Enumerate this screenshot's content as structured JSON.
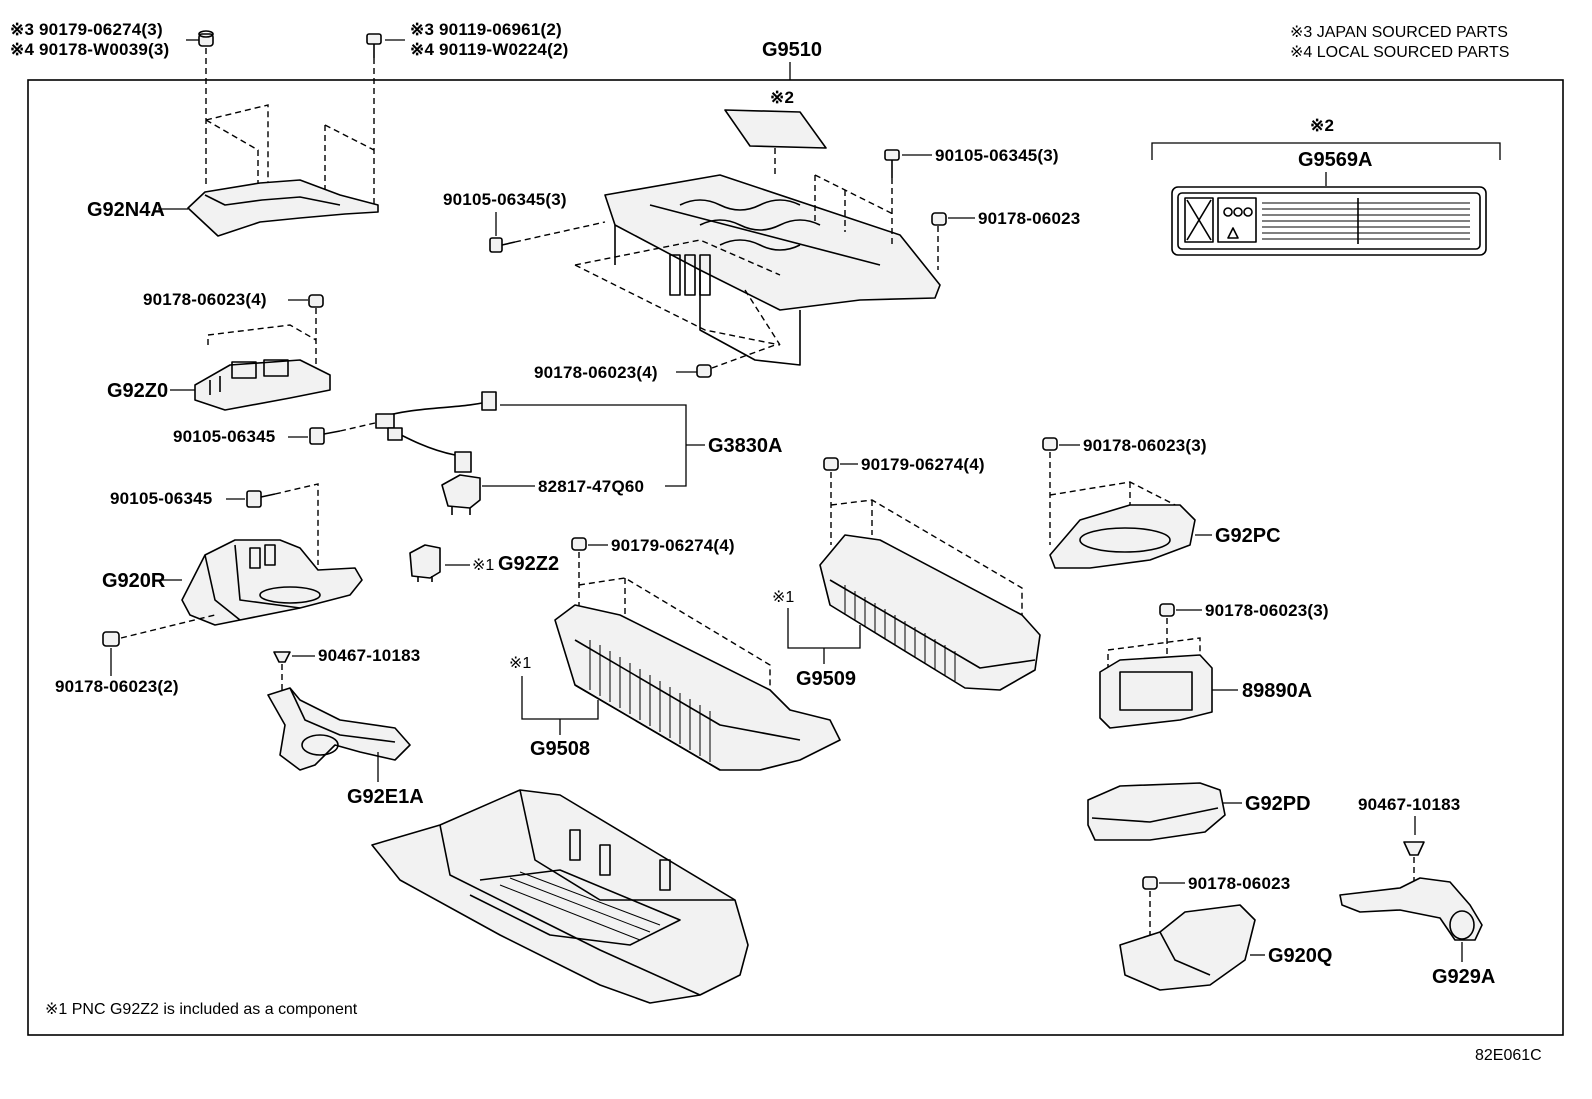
{
  "notes": {
    "japan_sourced": "※3 JAPAN SOURCED PARTS",
    "local_sourced": "※4 LOCAL SOURCED PARTS",
    "footnote": "※1 PNC G92Z2 is included as a component",
    "diagram_code": "82E061C"
  },
  "callouts": {
    "top_left_nut_jp": "※3 90179-06274(3)",
    "top_left_nut_local": "※4 90178-W0039(3)",
    "top_bolt_jp": "※3 90119-06961(2)",
    "top_bolt_local": "※4 90119-W0224(2)",
    "main_assembly": "G9510",
    "mark2_top": "※2",
    "mark2_label": "※2",
    "label_plate": "G9569A",
    "cover_left": "G92N4A",
    "bolt_cover_left": "90105-06345(3)",
    "bolt_cover_right": "90105-06345(3)",
    "nut_cover_right": "90178-06023",
    "nut_cover_bottom": "90178-06023(4)",
    "nut_g92z0": "90178-06023(4)",
    "relay_block": "G92Z0",
    "bolt_wire": "90105-06345",
    "wire_harness": "G3830A",
    "connector_clip": "82817-47Q60",
    "bolt_bracket": "90105-06345",
    "clip_g92z2_mark": "※1",
    "clip_g92z2": "G92Z2",
    "bracket_g920r": "G920R",
    "nut_g920r": "90178-06023(2)",
    "clip_duct": "90467-10183",
    "duct_left": "G92E1A",
    "nut_stack1": "90179-06274(4)",
    "stack1_mark": "※1",
    "stack1": "G9508",
    "nut_stack2": "90179-06274(4)",
    "stack2_mark": "※1",
    "stack2": "G9509",
    "nut_g92pc": "90178-06023(3)",
    "cover_g92pc": "G92PC",
    "nut_ecu": "90178-06023(3)",
    "ecu": "89890A",
    "cover_g92pd": "G92PD",
    "nut_g920q": "90178-06023",
    "duct_g920q": "G920Q",
    "clip_g929a": "90467-10183",
    "duct_g929a": "G929A"
  }
}
